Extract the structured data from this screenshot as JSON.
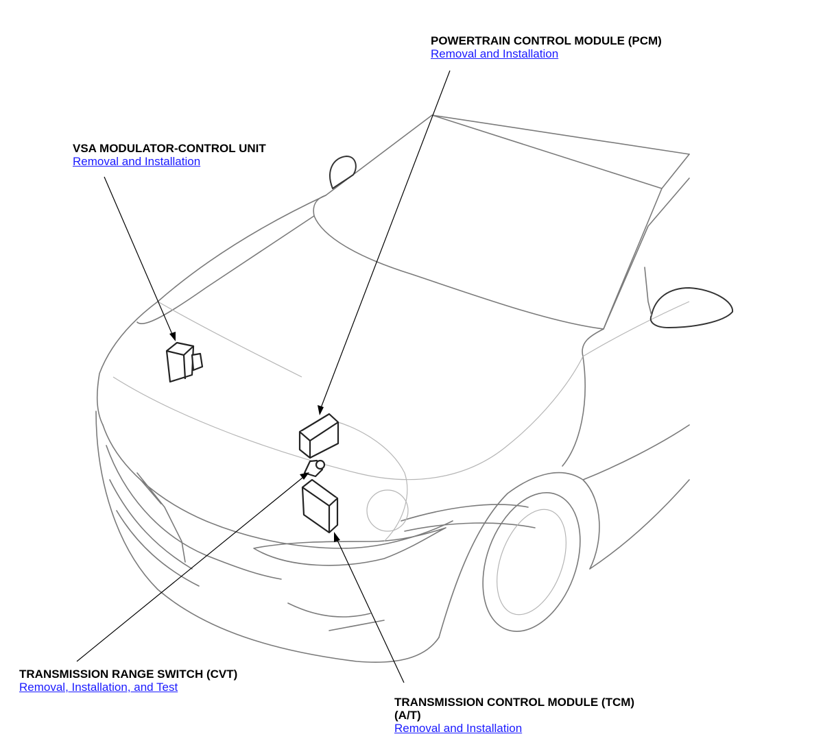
{
  "callouts": {
    "pcm": {
      "title": "POWERTRAIN CONTROL MODULE (PCM)",
      "link": "Removal and Installation"
    },
    "vsa": {
      "title": "VSA MODULATOR-CONTROL UNIT",
      "link": "Removal and Installation"
    },
    "trs": {
      "title": "TRANSMISSION RANGE SWITCH (CVT)",
      "link": "Removal, Installation, and Test"
    },
    "tcm": {
      "title_line1": "TRANSMISSION CONTROL MODULE (TCM)",
      "title_line2": "(A/T)",
      "link": "Removal and Installation"
    }
  },
  "colors": {
    "link": "#1a1aff",
    "text": "#000000",
    "car_outline": "#7a7a7a"
  }
}
